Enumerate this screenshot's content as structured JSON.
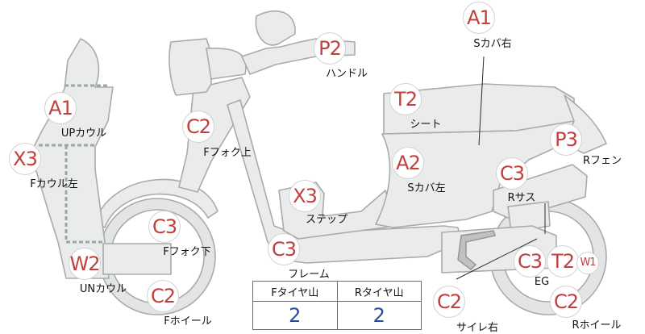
{
  "badges": [
    {
      "id": "a1-top",
      "code": "A1",
      "label": "Sカバ右"
    },
    {
      "id": "p2",
      "code": "P2",
      "label": "ハンドル"
    },
    {
      "id": "a1-left",
      "code": "A1",
      "label": "UPカウル"
    },
    {
      "id": "t2-seat",
      "code": "T2",
      "label": "シート"
    },
    {
      "id": "c2-fork",
      "code": "C2",
      "label": "Fフォク上"
    },
    {
      "id": "p3",
      "code": "P3",
      "label": "Rフェン"
    },
    {
      "id": "x3-cowl",
      "code": "X3",
      "label": "Fカウル左"
    },
    {
      "id": "a2",
      "code": "A2",
      "label": "Sカバ左"
    },
    {
      "id": "c3-rsus",
      "code": "C3",
      "label": "Rサス"
    },
    {
      "id": "x3-step",
      "code": "X3",
      "label": "ステップ"
    },
    {
      "id": "c3-forklow",
      "code": "C3",
      "label": "Fフォク下"
    },
    {
      "id": "c3-frame",
      "code": "C3",
      "label": "フレーム"
    },
    {
      "id": "w2",
      "code": "W2",
      "label": "UNカウル"
    },
    {
      "id": "c3-eg",
      "code": "C3",
      "label": "EG"
    },
    {
      "id": "t2-eg",
      "code": "T2",
      "label": ""
    },
    {
      "id": "w1",
      "code": "W1",
      "label": ""
    },
    {
      "id": "c2-fwheel",
      "code": "C2",
      "label": "Fホイール"
    },
    {
      "id": "c2-muffler",
      "code": "C2",
      "label": "サイレ右"
    },
    {
      "id": "c2-rwheel",
      "code": "C2",
      "label": "Rホイール"
    }
  ],
  "tread_table": {
    "headers": [
      "Fタイヤ山",
      "Rタイヤ山"
    ],
    "values": [
      "2",
      "2"
    ]
  },
  "colors": {
    "badge_text": "#c0403d",
    "table_value": "#2a4a9c",
    "part_fill": "#eaeceb"
  }
}
